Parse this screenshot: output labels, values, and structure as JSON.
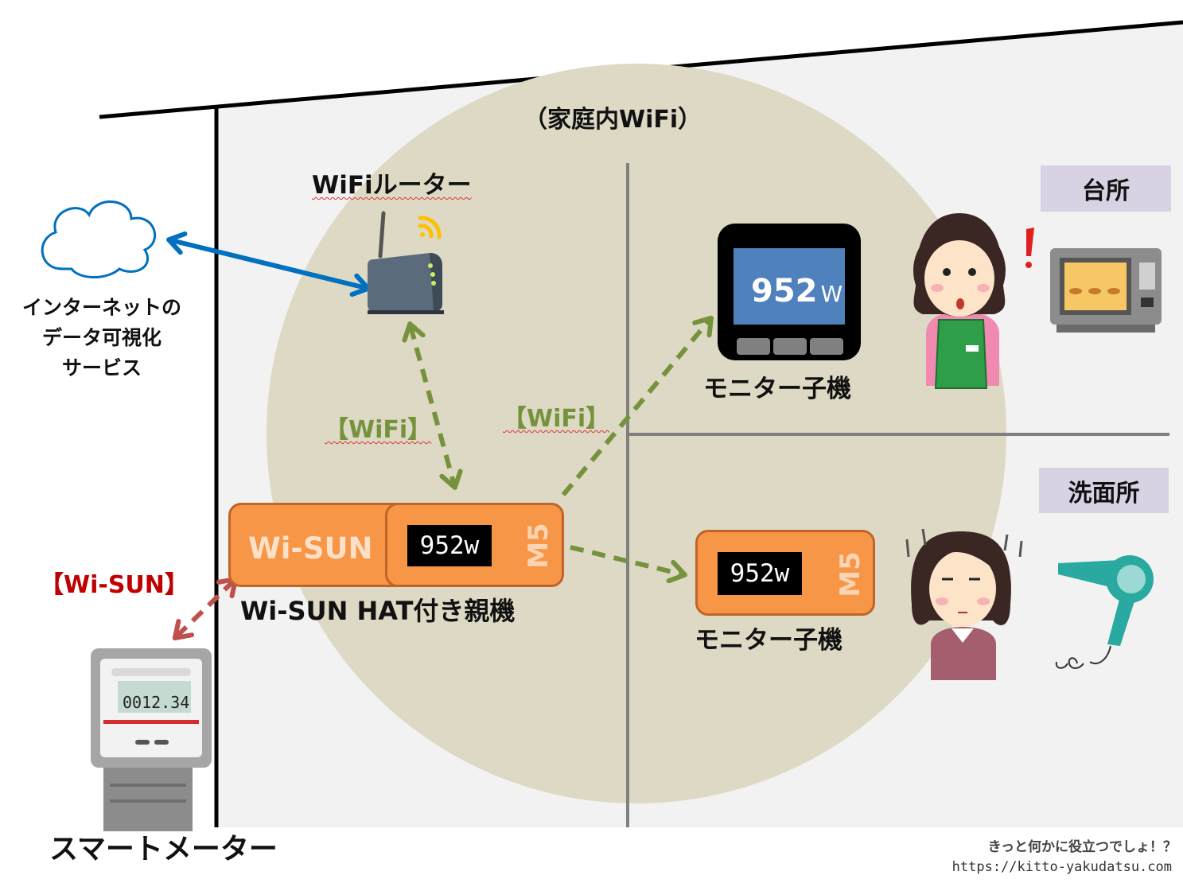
{
  "wifi_area_label": "（家庭内WiFi）",
  "router_label": "WiFiルーター",
  "cloud_label": [
    "インターネットの",
    "データ可視化",
    "サービス"
  ],
  "wifi_link_left": "【WiFi】",
  "wifi_link_right": "【WiFi】",
  "wisun_link": "【Wi-SUN】",
  "parent": {
    "module_text": "Wi-SUN",
    "display": "952w",
    "m5_text": "M5",
    "label": "Wi-SUN HAT付き親機"
  },
  "monitor_kitchen": {
    "value": "952",
    "unit": "W",
    "label": "モニター子機"
  },
  "monitor_washroom": {
    "display": "952w",
    "m5_text": "M5",
    "label": "モニター子機"
  },
  "room_kitchen": "台所",
  "room_washroom": "洗面所",
  "meter": {
    "label": "スマートメーター",
    "lcd_reading": "0012.34"
  },
  "credit": {
    "title": "きっと何かに役立つでしょ！？",
    "url": "https://kitto-yakudatsu.com"
  },
  "colors": {
    "wifi_area": "#ddd9c4",
    "house": "#f2f2f2",
    "wifi_arrow": "#76923c",
    "internet_arrow": "#0070c0",
    "wisun_arrow": "#c0504d",
    "device": "#f79646",
    "room_tag": "#d8d2e4"
  }
}
